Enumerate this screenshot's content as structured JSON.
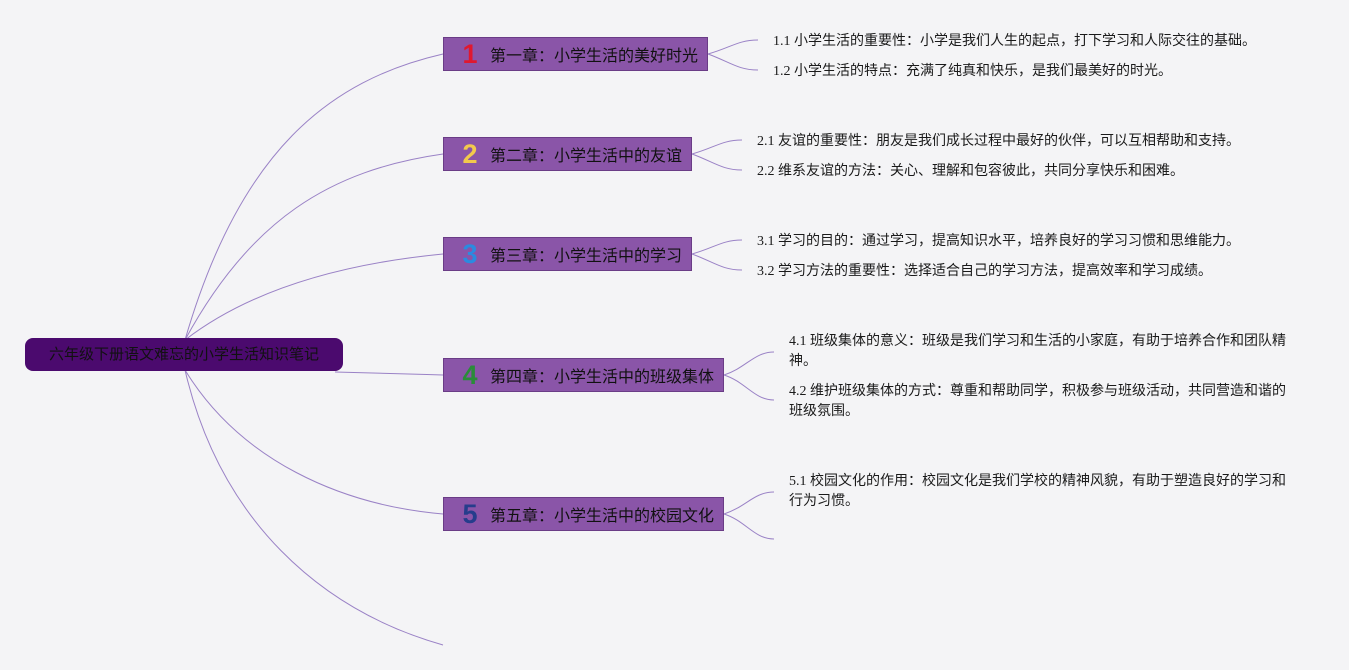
{
  "title": "六年级下册语文难忘的小学生活知识笔记",
  "colors": {
    "root_bg": "#4b0a6e",
    "chapter_bg": "#8a55a8",
    "line": "#9a82c6",
    "num1": "#e0182f",
    "num2": "#f2c94c",
    "num3": "#2a8be0",
    "num4": "#2a8c3a",
    "num5": "#263d8c"
  },
  "chapters": [
    {
      "num": "1",
      "label": "第一章：小学生活的美好时光",
      "notes": [
        "1.1 小学生活的重要性：小学是我们人生的起点，打下学习和人际交往的基础。",
        "1.2 小学生活的特点：充满了纯真和快乐，是我们最美好的时光。"
      ]
    },
    {
      "num": "2",
      "label": "第二章：小学生活中的友谊",
      "notes": [
        "2.1 友谊的重要性：朋友是我们成长过程中最好的伙伴，可以互相帮助和支持。",
        "2.2 维系友谊的方法：关心、理解和包容彼此，共同分享快乐和困难。"
      ]
    },
    {
      "num": "3",
      "label": "第三章：小学生活中的学习",
      "notes": [
        "3.1 学习的目的：通过学习，提高知识水平，培养良好的学习习惯和思维能力。",
        "3.2 学习方法的重要性：选择适合自己的学习方法，提高效率和学习成绩。"
      ]
    },
    {
      "num": "4",
      "label": "第四章：小学生活中的班级集体",
      "notes": [
        "4.1 班级集体的意义：班级是我们学习和生活的小家庭，有助于培养合作和团队精神。",
        "4.2 维护班级集体的方式：尊重和帮助同学，积极参与班级活动，共同营造和谐的班级氛围。"
      ]
    },
    {
      "num": "5",
      "label": "第五章：小学生活中的校园文化",
      "notes": [
        "5.1 校园文化的作用：校园文化是我们学校的精神风貌，有助于塑造良好的学习和行为习惯。"
      ]
    }
  ]
}
